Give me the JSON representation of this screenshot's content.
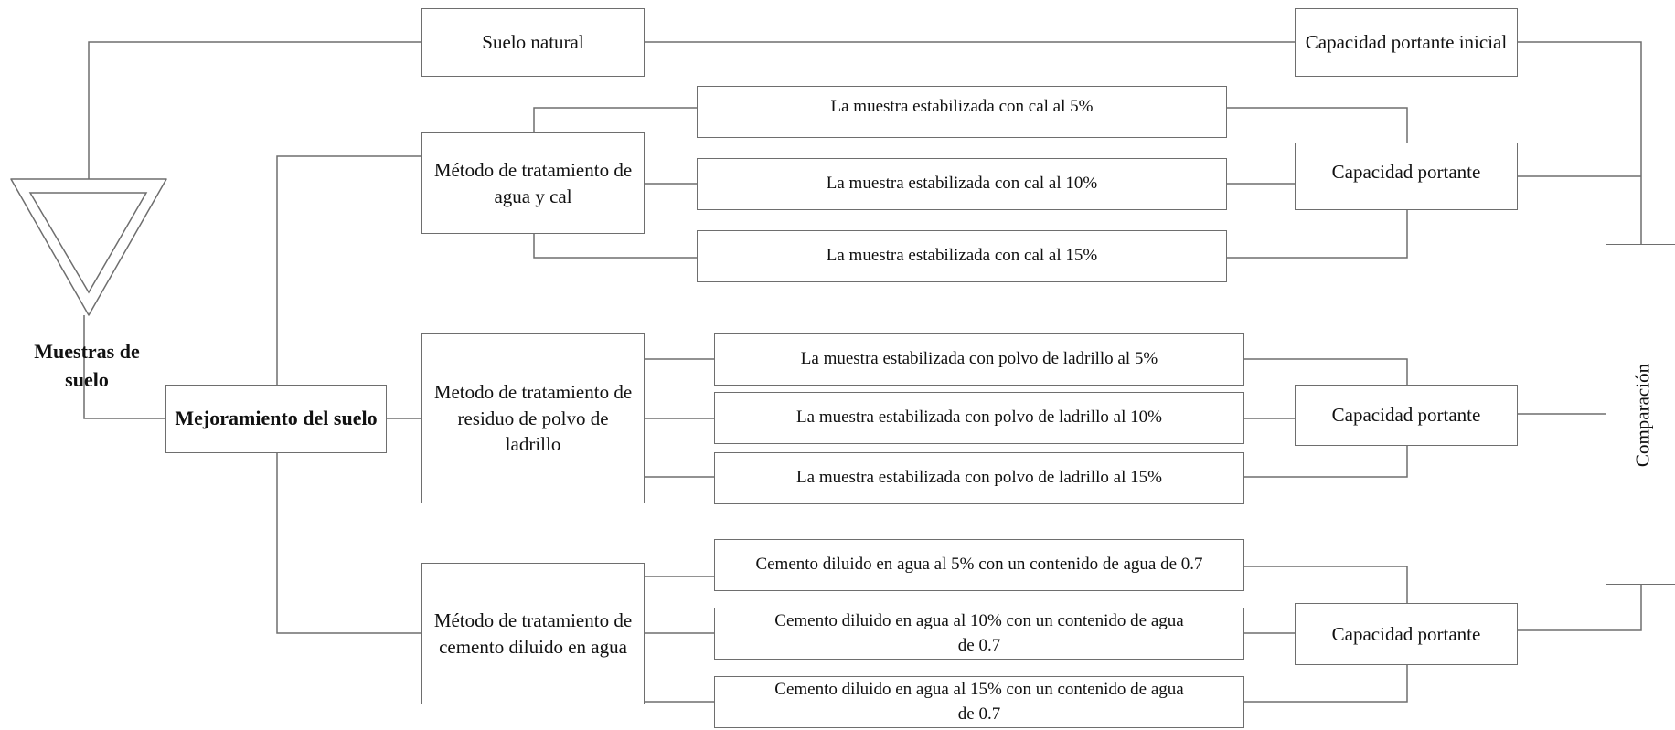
{
  "inicio": {
    "etiqueta": "Muestras de suelo"
  },
  "suelo_natural": "Suelo natural",
  "capacidad_inicial": "Capacidad portante inicial",
  "mejoramiento": "Mejoramiento del suelo",
  "metodos": [
    {
      "nombre": "Método de tratamiento de agua y cal",
      "muestras": [
        "La muestra estabilizada con cal al 5%",
        "La muestra estabilizada con cal al 10%",
        "La muestra estabilizada con cal al 15%"
      ],
      "resultado": "Capacidad portante"
    },
    {
      "nombre": "Metodo de tratamiento de residuo de polvo de ladrillo",
      "muestras": [
        "La muestra estabilizada con polvo de ladrillo al 5%",
        "La muestra estabilizada con polvo de ladrillo al 10%",
        "La muestra estabilizada con polvo de ladrillo al 15%"
      ],
      "resultado": "Capacidad portante"
    },
    {
      "nombre": "Método de tratamiento de cemento diluido en agua",
      "muestras": [
        "Cemento diluido en agua al 5% con un contenido de agua de 0.7",
        "Cemento diluido en agua al 10% con un contenido de agua de 0.7",
        "Cemento diluido en agua al 15% con un contenido de agua de 0.7"
      ],
      "resultado": "Capacidad portante"
    }
  ],
  "comparacion": "Comparación"
}
